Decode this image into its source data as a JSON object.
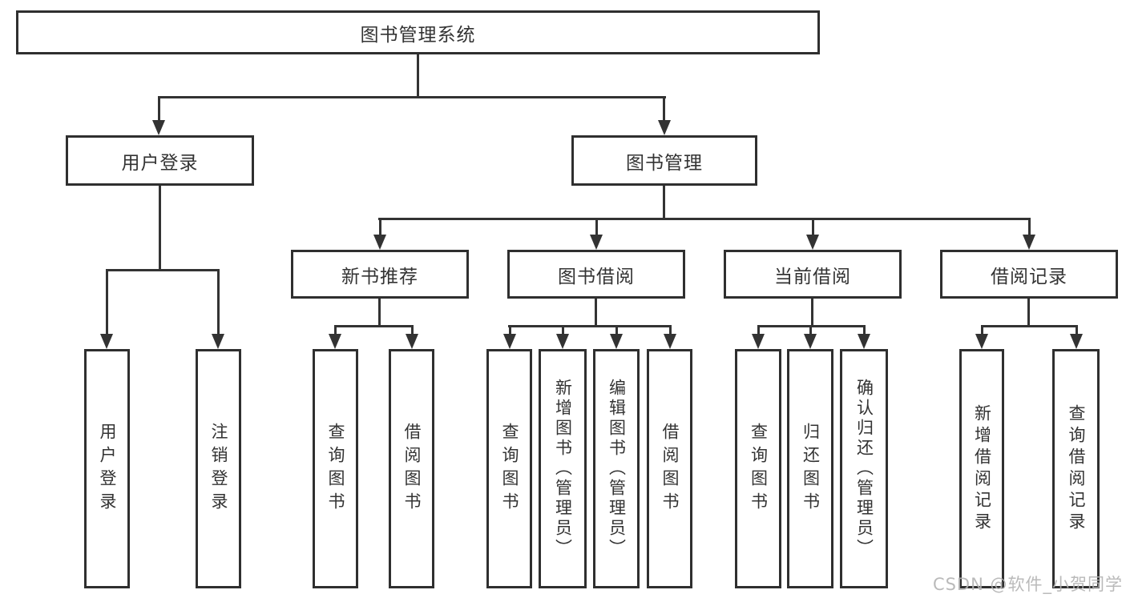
{
  "diagram": {
    "title": "图书管理系统",
    "level2": [
      "用户登录",
      "图书管理"
    ],
    "level3": [
      "新书推荐",
      "图书借阅",
      "当前借阅",
      "借阅记录"
    ],
    "leaves": {
      "login": [
        "用户登录",
        "注销登录"
      ],
      "new_book": [
        "查询图书",
        "借阅图书"
      ],
      "borrow": [
        "查询图书",
        "新增图书（管理员）",
        "编辑图书（管理员）",
        "借阅图书"
      ],
      "current": [
        "查询图书",
        "归还图书",
        "确认归还（管理员）"
      ],
      "record": [
        "新增借阅记录",
        "查询借阅记录"
      ]
    }
  },
  "watermark": {
    "text": "CSDN @软件_小贺同学"
  },
  "colors": {
    "line": "#333333",
    "text": "#333333",
    "background": "#ffffff",
    "watermark": "#b3b3b3"
  }
}
